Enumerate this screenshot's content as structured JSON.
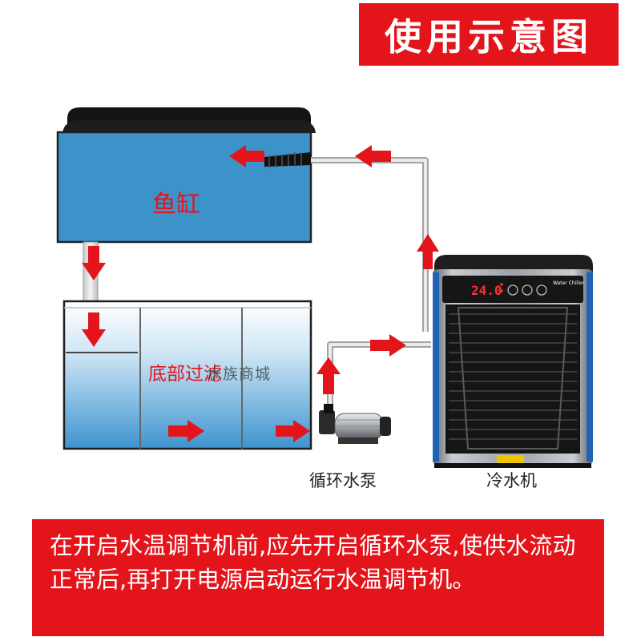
{
  "title": "使用示意图",
  "labels": {
    "tank": "鱼缸",
    "filter": "底部过滤",
    "watermark": "水族商城",
    "pump": "循环水泵",
    "chiller": "冷水机"
  },
  "chiller_panel": {
    "temperature": "24.0",
    "brand": "Water Chiller"
  },
  "notice": "在开启水温调节机前,应先开启循环水泵,使供水流动正常后,再打开电源启动运行水温调节机。",
  "colors": {
    "accent_red": "#e4141b",
    "tank_blue": "#3b93c9",
    "white": "#ffffff"
  },
  "icons": [
    "flow-arrow-icon",
    "water-pump-icon",
    "water-chiller-icon"
  ]
}
